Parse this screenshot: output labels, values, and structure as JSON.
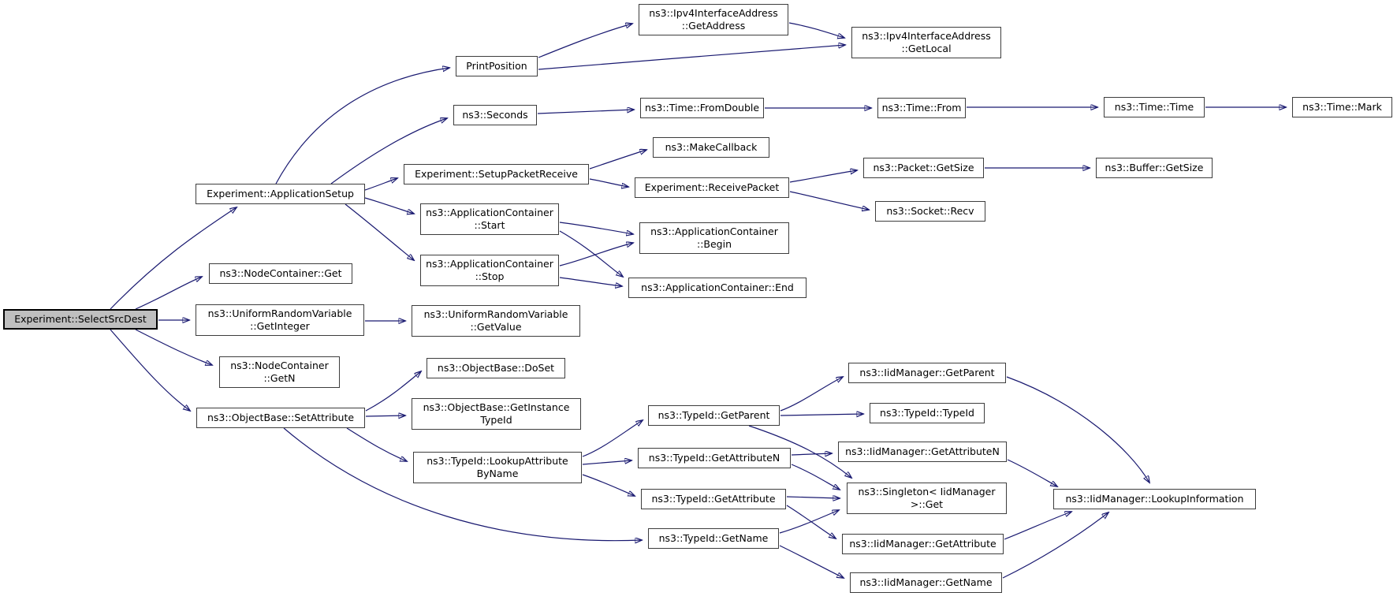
{
  "diagram": {
    "kind": "doxygen-call-graph",
    "background_color": "#ffffff",
    "edge_color": "#191970",
    "node_fill": "#ffffff",
    "node_border_color": "#3d3d3d",
    "highlight_fill": "#bfbfbf",
    "highlight_border": "#000000"
  },
  "nodes": [
    {
      "id": "select-src-dest",
      "label": "Experiment::SelectSrcDest",
      "highlighted": true
    },
    {
      "id": "application-setup",
      "label": "Experiment::ApplicationSetup",
      "highlighted": false
    },
    {
      "id": "print-position",
      "label": "PrintPosition",
      "highlighted": false
    },
    {
      "id": "ipv4-interface-address-get-address",
      "label": "ns3::Ipv4InterfaceAddress\n::GetAddress",
      "highlighted": false
    },
    {
      "id": "ipv4-interface-address-get-local",
      "label": "ns3::Ipv4InterfaceAddress\n::GetLocal",
      "highlighted": false
    },
    {
      "id": "seconds",
      "label": "ns3::Seconds",
      "highlighted": false
    },
    {
      "id": "time-from-double",
      "label": "ns3::Time::FromDouble",
      "highlighted": false
    },
    {
      "id": "time-from",
      "label": "ns3::Time::From",
      "highlighted": false
    },
    {
      "id": "time-time",
      "label": "ns3::Time::Time",
      "highlighted": false
    },
    {
      "id": "time-mark",
      "label": "ns3::Time::Mark",
      "highlighted": false
    },
    {
      "id": "make-callback",
      "label": "ns3::MakeCallback",
      "highlighted": false
    },
    {
      "id": "setup-packet-receive",
      "label": "Experiment::SetupPacketReceive",
      "highlighted": false
    },
    {
      "id": "receive-packet",
      "label": "Experiment::ReceivePacket",
      "highlighted": false
    },
    {
      "id": "packet-get-size",
      "label": "ns3::Packet::GetSize",
      "highlighted": false
    },
    {
      "id": "buffer-get-size",
      "label": "ns3::Buffer::GetSize",
      "highlighted": false
    },
    {
      "id": "socket-recv",
      "label": "ns3::Socket::Recv",
      "highlighted": false
    },
    {
      "id": "application-container-start",
      "label": "ns3::ApplicationContainer\n::Start",
      "highlighted": false
    },
    {
      "id": "application-container-begin",
      "label": "ns3::ApplicationContainer\n::Begin",
      "highlighted": false
    },
    {
      "id": "application-container-stop",
      "label": "ns3::ApplicationContainer\n::Stop",
      "highlighted": false
    },
    {
      "id": "application-container-end",
      "label": "ns3::ApplicationContainer::End",
      "highlighted": false
    },
    {
      "id": "node-container-get",
      "label": "ns3::NodeContainer::Get",
      "highlighted": false
    },
    {
      "id": "uniform-random-variable-get-integer",
      "label": "ns3::UniformRandomVariable\n::GetInteger",
      "highlighted": false
    },
    {
      "id": "uniform-random-variable-get-value",
      "label": "ns3::UniformRandomVariable\n::GetValue",
      "highlighted": false
    },
    {
      "id": "node-container-get-n",
      "label": "ns3::NodeContainer\n::GetN",
      "highlighted": false
    },
    {
      "id": "object-base-set-attribute",
      "label": "ns3::ObjectBase::SetAttribute",
      "highlighted": false
    },
    {
      "id": "object-base-do-set",
      "label": "ns3::ObjectBase::DoSet",
      "highlighted": false
    },
    {
      "id": "object-base-get-instance-type-id",
      "label": "ns3::ObjectBase::GetInstance\nTypeId",
      "highlighted": false
    },
    {
      "id": "type-id-lookup-attribute-by-name",
      "label": "ns3::TypeId::LookupAttribute\nByName",
      "highlighted": false
    },
    {
      "id": "type-id-get-parent",
      "label": "ns3::TypeId::GetParent",
      "highlighted": false
    },
    {
      "id": "iid-manager-get-parent",
      "label": "ns3::IidManager::GetParent",
      "highlighted": false
    },
    {
      "id": "type-id-type-id",
      "label": "ns3::TypeId::TypeId",
      "highlighted": false
    },
    {
      "id": "type-id-get-attribute-n",
      "label": "ns3::TypeId::GetAttributeN",
      "highlighted": false
    },
    {
      "id": "iid-manager-get-attribute-n",
      "label": "ns3::IidManager::GetAttributeN",
      "highlighted": false
    },
    {
      "id": "type-id-get-attribute",
      "label": "ns3::TypeId::GetAttribute",
      "highlighted": false
    },
    {
      "id": "singleton-iid-manager-get",
      "label": "ns3::Singleton< IidManager\n>::Get",
      "highlighted": false
    },
    {
      "id": "type-id-get-name",
      "label": "ns3::TypeId::GetName",
      "highlighted": false
    },
    {
      "id": "iid-manager-get-attribute",
      "label": "ns3::IidManager::GetAttribute",
      "highlighted": false
    },
    {
      "id": "iid-manager-get-name",
      "label": "ns3::IidManager::GetName",
      "highlighted": false
    },
    {
      "id": "iid-manager-lookup-information",
      "label": "ns3::IidManager::LookupInformation",
      "highlighted": false
    }
  ],
  "edges": [
    {
      "from": "select-src-dest",
      "to": "application-setup"
    },
    {
      "from": "select-src-dest",
      "to": "node-container-get"
    },
    {
      "from": "select-src-dest",
      "to": "uniform-random-variable-get-integer"
    },
    {
      "from": "select-src-dest",
      "to": "node-container-get-n"
    },
    {
      "from": "select-src-dest",
      "to": "object-base-set-attribute"
    },
    {
      "from": "application-setup",
      "to": "print-position"
    },
    {
      "from": "application-setup",
      "to": "seconds"
    },
    {
      "from": "application-setup",
      "to": "setup-packet-receive"
    },
    {
      "from": "application-setup",
      "to": "application-container-start"
    },
    {
      "from": "application-setup",
      "to": "application-container-stop"
    },
    {
      "from": "print-position",
      "to": "ipv4-interface-address-get-address"
    },
    {
      "from": "print-position",
      "to": "ipv4-interface-address-get-local"
    },
    {
      "from": "ipv4-interface-address-get-address",
      "to": "ipv4-interface-address-get-local"
    },
    {
      "from": "seconds",
      "to": "time-from-double"
    },
    {
      "from": "time-from-double",
      "to": "time-from"
    },
    {
      "from": "time-from",
      "to": "time-time"
    },
    {
      "from": "time-time",
      "to": "time-mark"
    },
    {
      "from": "setup-packet-receive",
      "to": "make-callback"
    },
    {
      "from": "setup-packet-receive",
      "to": "receive-packet"
    },
    {
      "from": "receive-packet",
      "to": "packet-get-size"
    },
    {
      "from": "receive-packet",
      "to": "socket-recv"
    },
    {
      "from": "packet-get-size",
      "to": "buffer-get-size"
    },
    {
      "from": "application-container-start",
      "to": "application-container-begin"
    },
    {
      "from": "application-container-start",
      "to": "application-container-end"
    },
    {
      "from": "application-container-stop",
      "to": "application-container-begin"
    },
    {
      "from": "application-container-stop",
      "to": "application-container-end"
    },
    {
      "from": "uniform-random-variable-get-integer",
      "to": "uniform-random-variable-get-value"
    },
    {
      "from": "object-base-set-attribute",
      "to": "object-base-do-set"
    },
    {
      "from": "object-base-set-attribute",
      "to": "object-base-get-instance-type-id"
    },
    {
      "from": "object-base-set-attribute",
      "to": "type-id-lookup-attribute-by-name"
    },
    {
      "from": "object-base-set-attribute",
      "to": "type-id-get-name"
    },
    {
      "from": "type-id-lookup-attribute-by-name",
      "to": "type-id-get-parent"
    },
    {
      "from": "type-id-lookup-attribute-by-name",
      "to": "type-id-get-attribute-n"
    },
    {
      "from": "type-id-lookup-attribute-by-name",
      "to": "type-id-get-attribute"
    },
    {
      "from": "type-id-get-parent",
      "to": "iid-manager-get-parent"
    },
    {
      "from": "type-id-get-parent",
      "to": "type-id-type-id"
    },
    {
      "from": "type-id-get-parent",
      "to": "singleton-iid-manager-get"
    },
    {
      "from": "type-id-get-attribute-n",
      "to": "iid-manager-get-attribute-n"
    },
    {
      "from": "type-id-get-attribute-n",
      "to": "singleton-iid-manager-get"
    },
    {
      "from": "type-id-get-attribute",
      "to": "singleton-iid-manager-get"
    },
    {
      "from": "type-id-get-attribute",
      "to": "iid-manager-get-attribute"
    },
    {
      "from": "type-id-get-name",
      "to": "singleton-iid-manager-get"
    },
    {
      "from": "type-id-get-name",
      "to": "iid-manager-get-name"
    },
    {
      "from": "iid-manager-get-parent",
      "to": "iid-manager-lookup-information"
    },
    {
      "from": "iid-manager-get-attribute-n",
      "to": "iid-manager-lookup-information"
    },
    {
      "from": "iid-manager-get-attribute",
      "to": "iid-manager-lookup-information"
    },
    {
      "from": "iid-manager-get-name",
      "to": "iid-manager-lookup-information"
    }
  ]
}
